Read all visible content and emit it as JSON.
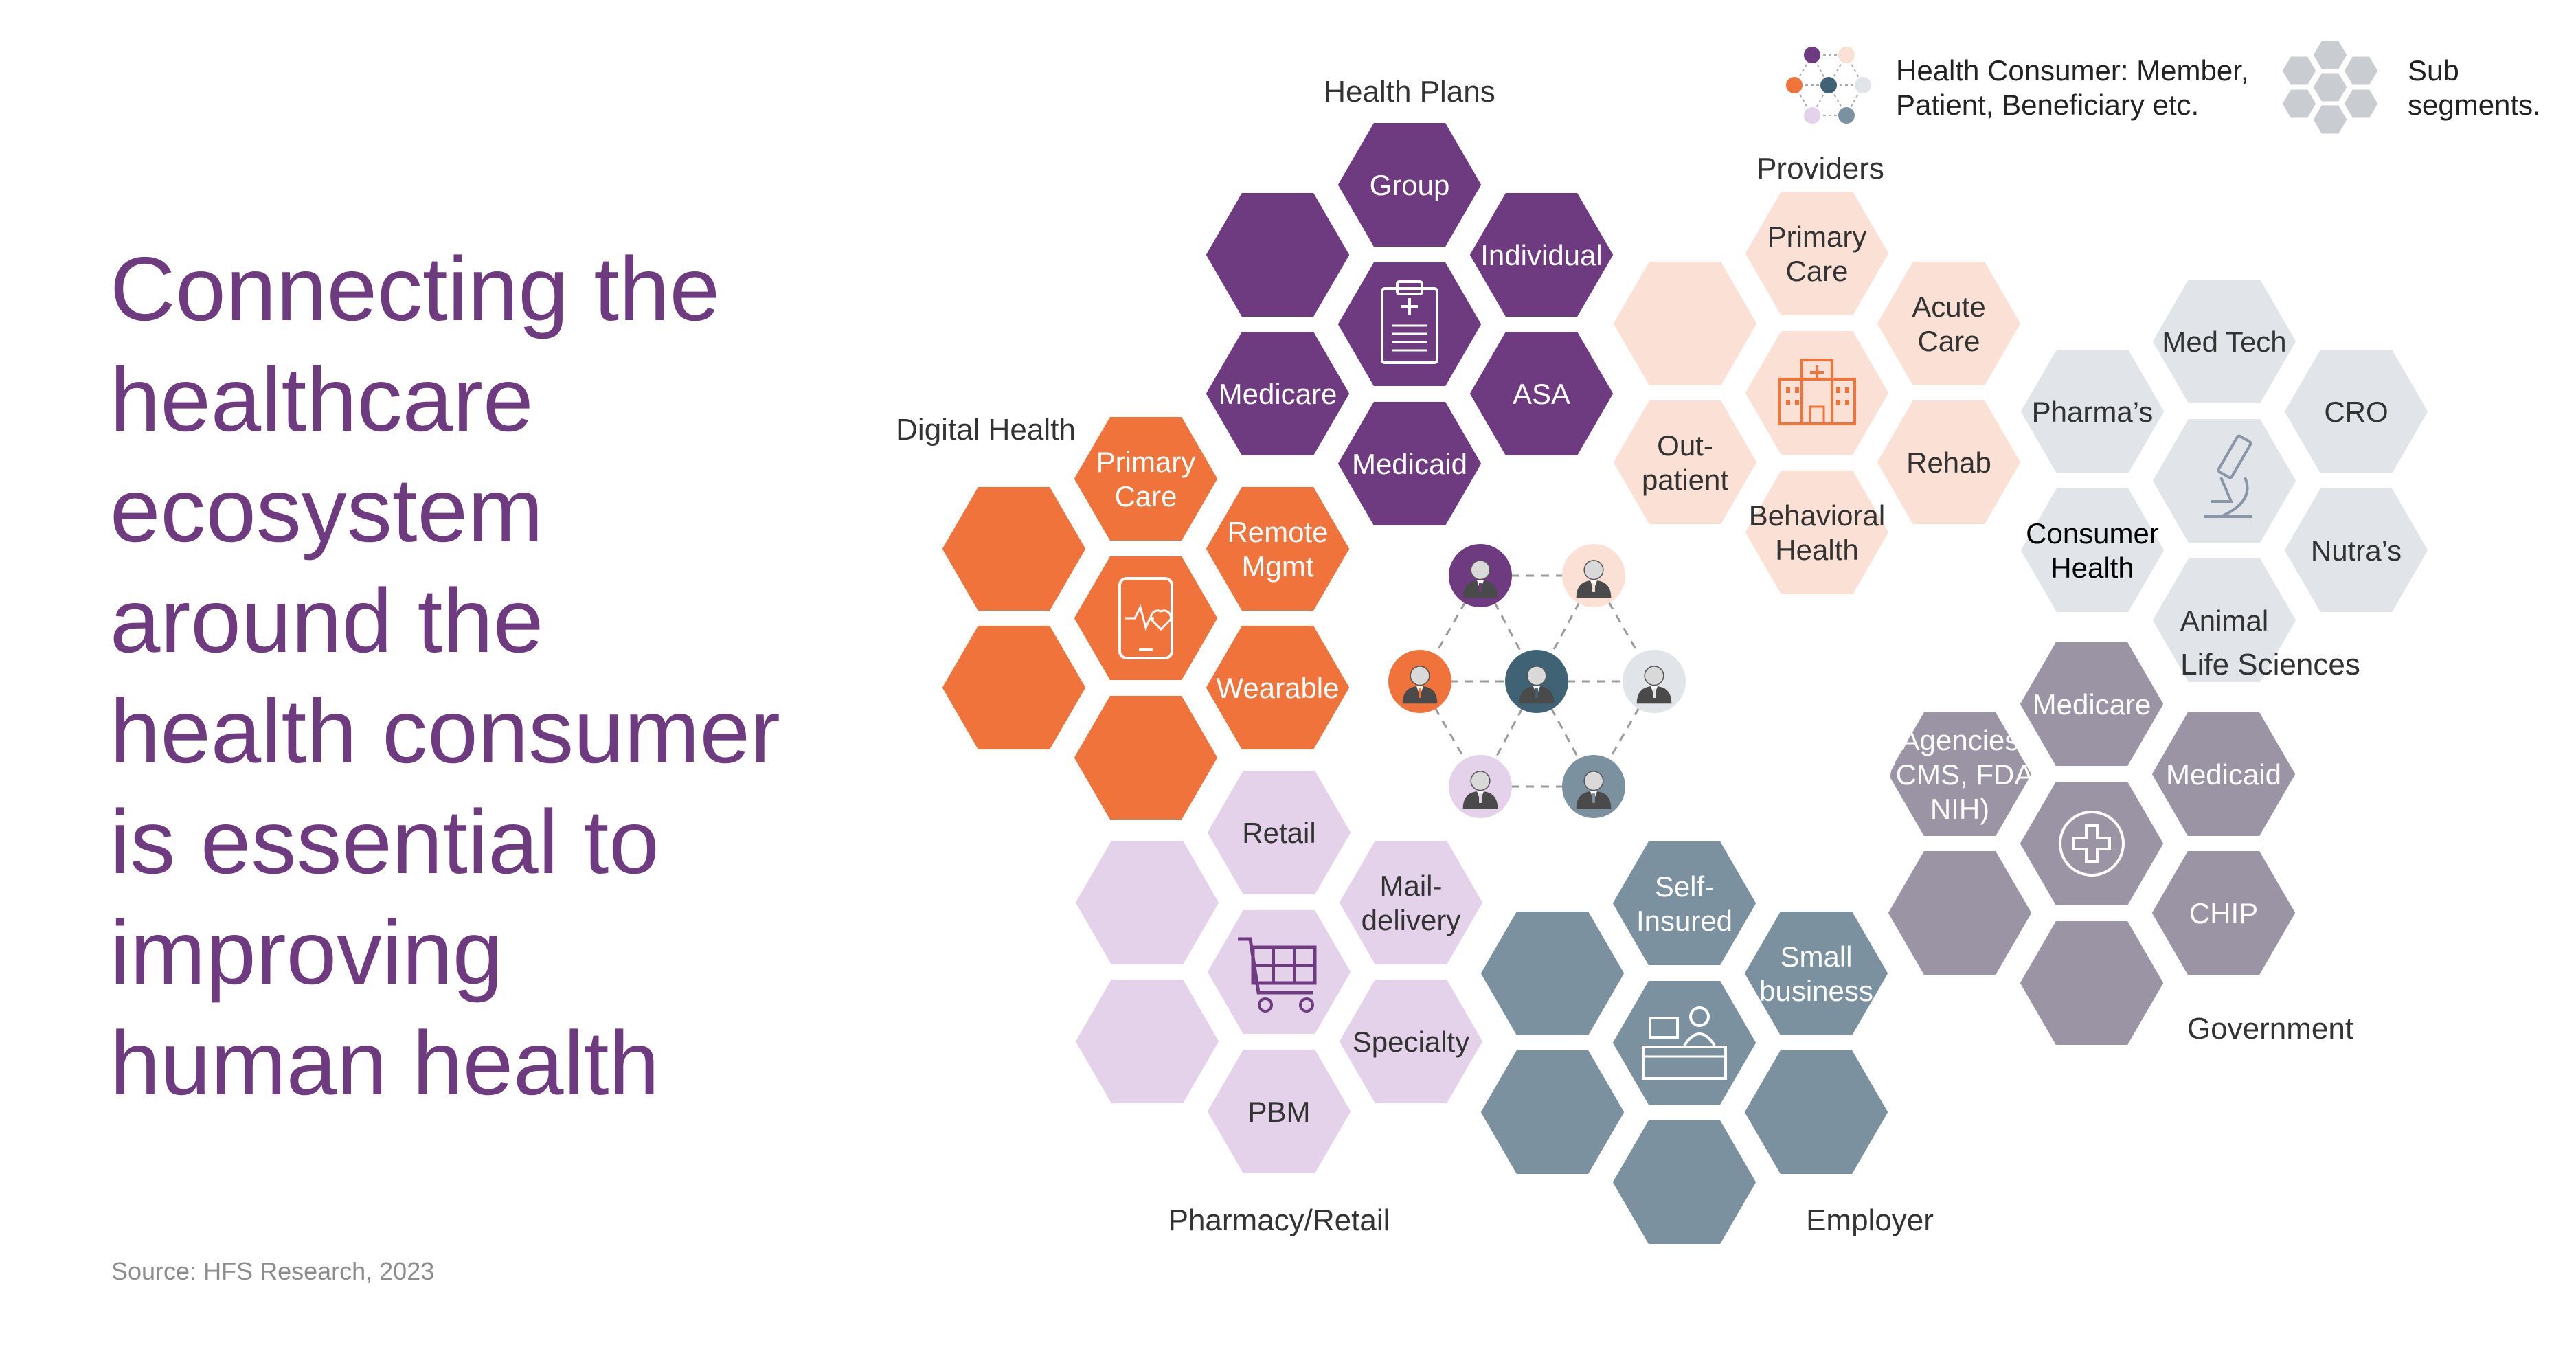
{
  "headline": [
    "Connecting the",
    "healthcare",
    "ecosystem",
    "around the",
    "health consumer",
    "is essential to",
    "improving",
    "human health"
  ],
  "source": "Source: HFS Research, 2023",
  "legend": {
    "consumer_lines": [
      "Health Consumer: Member,",
      "Patient, Beneficiary etc."
    ],
    "subseg_lines": [
      "Sub",
      "segments."
    ]
  },
  "colors": {
    "health_plans": "#6e3b81",
    "digital_health": "#ef733a",
    "providers": "#fbe1d5",
    "life_sciences": "#e1e5e9",
    "government": "#9a94a5",
    "pharmacy": "#e3d2ea",
    "employer": "#7b91a0",
    "headline": "#6e3b81"
  },
  "segments": [
    {
      "id": "health-plans",
      "name": "Health Plans",
      "color": "#6e3b81",
      "text_color": "#ffffff",
      "icon": "clipboard-icon",
      "cells": [
        {
          "label": "Group"
        },
        {
          "label": "Individual"
        },
        {
          "label": "ASA"
        },
        {
          "label": "Medicaid"
        },
        {
          "label": "Medicare"
        },
        {
          "label": ""
        }
      ]
    },
    {
      "id": "providers",
      "name": "Providers",
      "color": "#fbe1d5",
      "text_color": "#333333",
      "icon": "hospital-icon",
      "cells": [
        {
          "label": "Primary\nCare"
        },
        {
          "label": "Acute\nCare"
        },
        {
          "label": "Rehab"
        },
        {
          "label": "Behavioral\nHealth"
        },
        {
          "label": "Out-\npatient"
        },
        {
          "label": ""
        }
      ]
    },
    {
      "id": "digital-health",
      "name": "Digital Health",
      "color": "#ef733a",
      "text_color": "#ffffff",
      "icon": "phone-heart-icon",
      "cells": [
        {
          "label": "Primary\nCare"
        },
        {
          "label": "Remote\nMgmt"
        },
        {
          "label": "Wearable"
        },
        {
          "label": ""
        },
        {
          "label": ""
        },
        {
          "label": ""
        }
      ]
    },
    {
      "id": "life-sciences",
      "name": "Life Sciences",
      "color": "#e1e5e9",
      "text_color": "#333333",
      "icon": "microscope-icon",
      "cells": [
        {
          "label": "Med Tech"
        },
        {
          "label": "CRO"
        },
        {
          "label": "Nutra’s"
        },
        {
          "label": "Animal"
        },
        {
          "label": "Consumer\nHealth"
        },
        {
          "label": "Pharma’s"
        }
      ]
    },
    {
      "id": "government",
      "name": "Government",
      "color": "#9a94a5",
      "text_color": "#ffffff",
      "icon": "medical-cross-icon",
      "cells": [
        {
          "label": "Medicare"
        },
        {
          "label": "Medicaid"
        },
        {
          "label": "CHIP"
        },
        {
          "label": ""
        },
        {
          "label": ""
        },
        {
          "label": "Agencies\n(CMS, FDA\nNIH)"
        }
      ]
    },
    {
      "id": "pharmacy-retail",
      "name": "Pharmacy/Retail",
      "color": "#e3d2ea",
      "text_color": "#333333",
      "icon": "shopping-cart-icon",
      "cells": [
        {
          "label": "Retail"
        },
        {
          "label": "Mail-\ndelivery"
        },
        {
          "label": "Specialty"
        },
        {
          "label": "PBM"
        },
        {
          "label": ""
        },
        {
          "label": ""
        }
      ]
    },
    {
      "id": "employer",
      "name": "Employer",
      "color": "#7b91a0",
      "text_color": "#ffffff",
      "icon": "desk-worker-icon",
      "cells": [
        {
          "label": "Self-\nInsured"
        },
        {
          "label": "Small\nbusiness"
        },
        {
          "label": ""
        },
        {
          "label": ""
        },
        {
          "label": ""
        },
        {
          "label": ""
        }
      ]
    }
  ],
  "consumer_network": {
    "nodes": [
      {
        "color": "#6e3b81"
      },
      {
        "color": "#fbe1d5"
      },
      {
        "color": "#ef733a"
      },
      {
        "color": "#3f6274"
      },
      {
        "color": "#e1e5e9"
      },
      {
        "color": "#e3d2ea"
      },
      {
        "color": "#7b91a0"
      }
    ]
  }
}
